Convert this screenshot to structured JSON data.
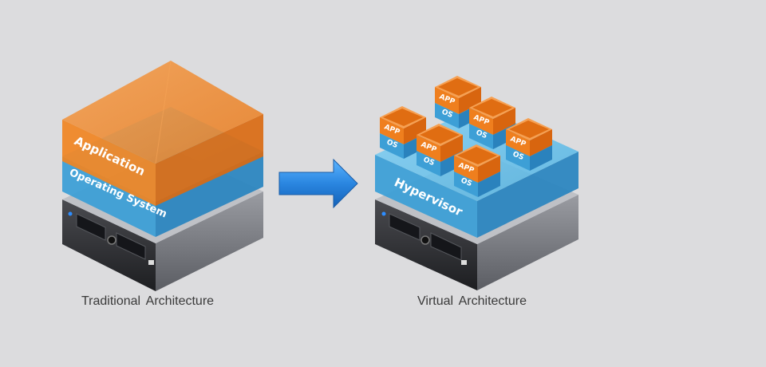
{
  "traditional": {
    "caption": "Traditional Architecture",
    "layers": {
      "application": "Application",
      "operating_system": "Operating System"
    }
  },
  "virtual": {
    "caption": "Virtual Architecture",
    "layers": {
      "hypervisor": "Hypervisor"
    },
    "vm_labels": {
      "app": "APP",
      "os": "OS"
    },
    "vm_count": 6
  },
  "colors": {
    "background": "#dcdcde",
    "orange": "#f07d1c",
    "blue": "#3ea2dc",
    "server": "#2e2f33",
    "arrow": "#2a86e0"
  },
  "icons": {
    "transition": "arrow-right-icon",
    "server": "server-rack-icon",
    "vm": "virtual-machine-cube-icon"
  }
}
